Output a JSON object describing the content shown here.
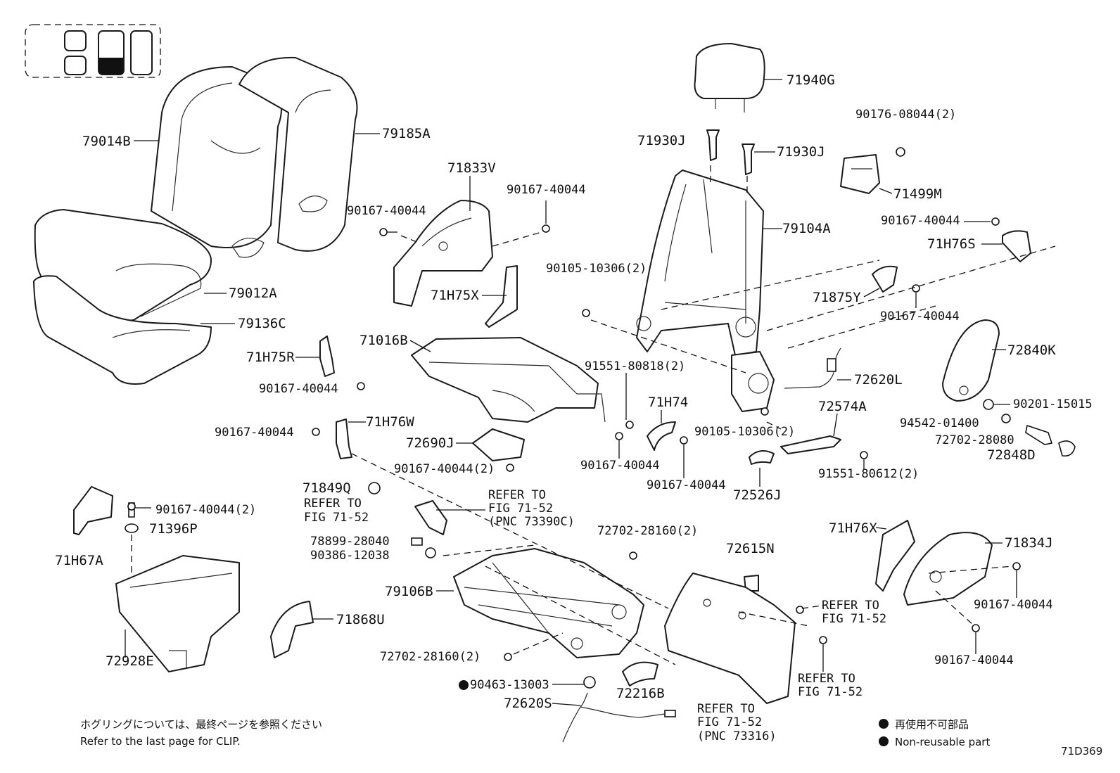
{
  "parts": {
    "p79014B": "79014B",
    "p79185A": "79185A",
    "p79012A": "79012A",
    "p79136C": "79136C",
    "p71833V": "71833V",
    "p90167_40044_a": "90167-40044",
    "p90167_40044_b": "90167-40044",
    "p71H75X": "71H75X",
    "p71H75R": "71H75R",
    "p90167_40044_c": "90167-40044",
    "p71016B": "71016B",
    "p71H76W": "71H76W",
    "p90167_40044_d": "90167-40044",
    "p72690J": "72690J",
    "p90167_40044_2a": "90167-40044(2)",
    "p71849Q": "71849Q",
    "p78899_28040": "78899-28040",
    "p90386_12038": "90386-12038",
    "p90167_40044_2b": "90167-40044(2)",
    "p71396P": "71396P",
    "p71H67A": "71H67A",
    "p79106B": "79106B",
    "p72702_28160_a": "72702-28160(2)",
    "p72702_28160_b": "72702-28160(2)",
    "p72928E": "72928E",
    "p71868U": "71868U",
    "p90463_13003": "90463-13003",
    "p72620S": "72620S",
    "p72216B": "72216B",
    "p71940G": "71940G",
    "p71930J_a": "71930J",
    "p71930J_b": "71930J",
    "p79104A": "79104A",
    "p90105_10306_a": "90105-10306(2)",
    "p90105_10306_b": "90105-10306(2)",
    "p91551_80818": "91551-80818(2)",
    "p71H74": "71H74",
    "p90167_40044_e": "90167-40044",
    "p90167_40044_f": "90167-40044",
    "p72574A": "72574A",
    "p91551_80612": "91551-80612(2)",
    "p72526J": "72526J",
    "p72620L": "72620L",
    "p90176_08044": "90176-08044(2)",
    "p71499M": "71499M",
    "p90167_40044_g": "90167-40044",
    "p71H76S": "71H76S",
    "p71875Y": "71875Y",
    "p90167_40044_h": "90167-40044",
    "p72840K": "72840K",
    "p90201_15015": "90201-15015",
    "p94542_01400": "94542-01400",
    "p72702_28080": "72702-28080",
    "p72848D": "72848D",
    "p72615N": "72615N",
    "p71H76X": "71H76X",
    "p71834J": "71834J",
    "p90167_40044_i": "90167-40044",
    "p90167_40044_j": "90167-40044"
  },
  "refs": {
    "ref_a_1": "REFER TO",
    "ref_a_2": "FIG 71-52",
    "ref_b_1": "REFER TO",
    "ref_b_2": "FIG 71-52",
    "ref_b_3": "(PNC 73390C)",
    "ref_c_1": "REFER TO",
    "ref_c_2": "FIG 71-52",
    "ref_d_1": "REFER TO",
    "ref_d_2": "FIG 71-52",
    "ref_e_1": "REFER TO",
    "ref_e_2": "FIG 71-52",
    "ref_e_3": "(PNC 73316)"
  },
  "notes": {
    "clip_jp": "ホグリングについては、最終ページを参照ください",
    "clip_en": "Refer to the last page for CLIP.",
    "legend_jp": "再使用不可部品",
    "legend_en": "Non-reusable part",
    "diagram_code": "71D369"
  }
}
